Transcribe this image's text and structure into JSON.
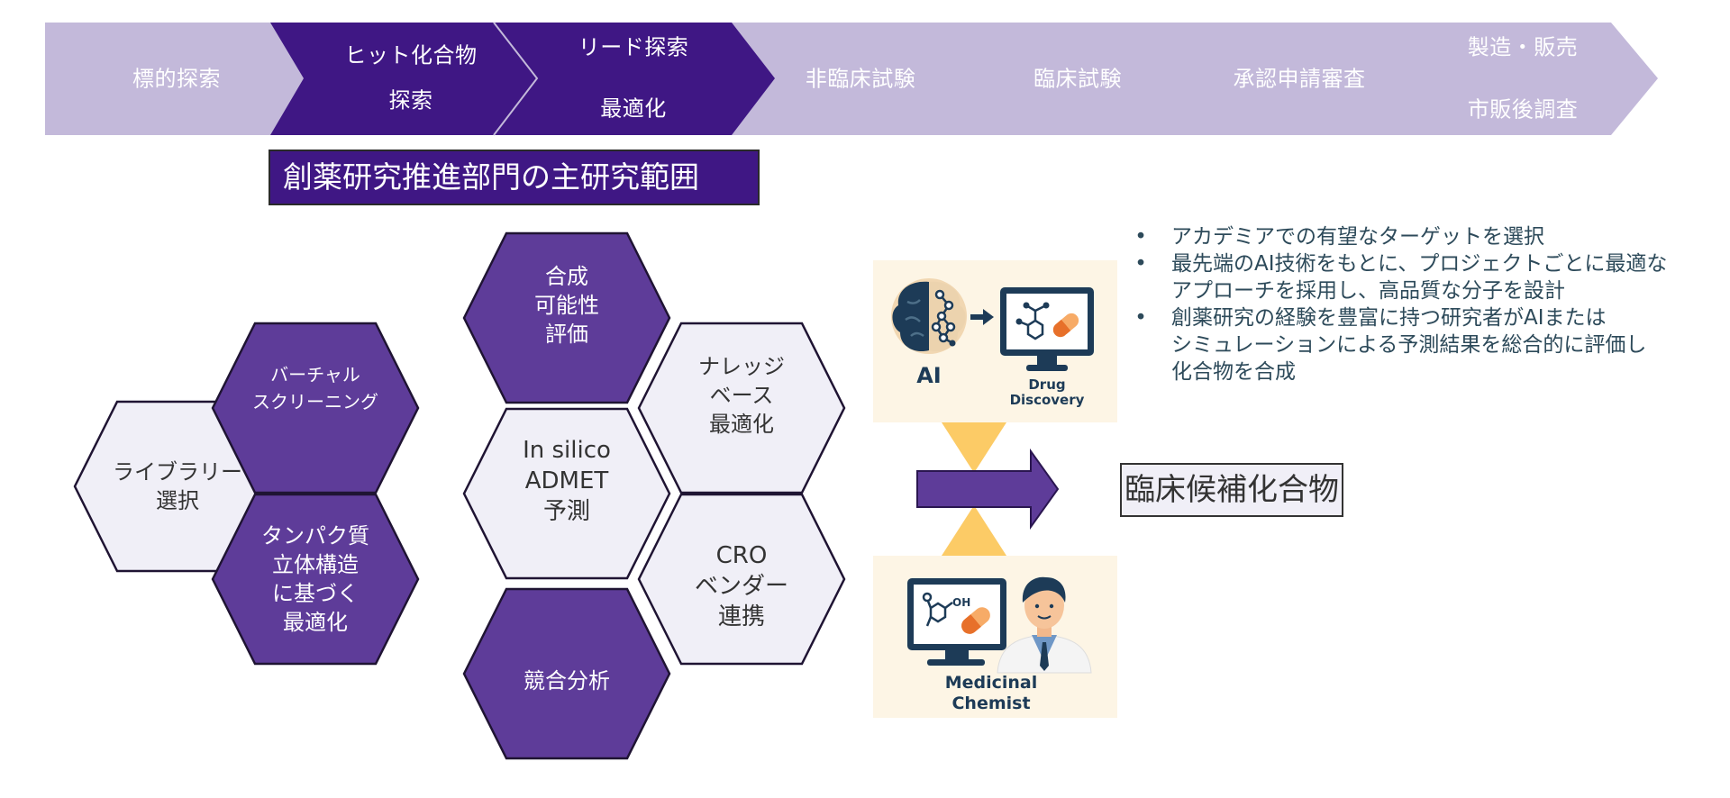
{
  "process": {
    "stages": [
      {
        "lines": [
          "標的探索"
        ],
        "state": "outside"
      },
      {
        "lines": [
          "ヒット化合物",
          "探索"
        ],
        "state": "highlighted"
      },
      {
        "lines": [
          "リード探索",
          "最適化"
        ],
        "state": "highlighted"
      },
      {
        "lines": [
          "非臨床試験"
        ],
        "state": "outside"
      },
      {
        "lines": [
          "臨床試験"
        ],
        "state": "outside"
      },
      {
        "lines": [
          "承認申請審査"
        ],
        "state": "outside"
      },
      {
        "lines": [
          "製造・販売",
          "市販後調査"
        ],
        "state": "outside"
      }
    ]
  },
  "scope_title": "創薬研究推進部門の主研究範囲",
  "hexagons": [
    {
      "id": "library",
      "lines": [
        "ライブラリー",
        "選択"
      ],
      "style": "light"
    },
    {
      "id": "virtual-screening",
      "lines": [
        "バーチャル",
        "スクリーニング"
      ],
      "style": "dark"
    },
    {
      "id": "structure-based",
      "lines": [
        "タンパク質",
        "立体構造",
        "に基づく",
        "最適化"
      ],
      "style": "dark"
    },
    {
      "id": "synthesizability",
      "lines": [
        "合成",
        "可能性",
        "評価"
      ],
      "style": "dark"
    },
    {
      "id": "admet",
      "lines": [
        "In silico",
        "ADMET",
        "予測"
      ],
      "style": "light"
    },
    {
      "id": "competitive",
      "lines": [
        "競合分析"
      ],
      "style": "dark"
    },
    {
      "id": "knowledge",
      "lines": [
        "ナレッジ",
        "ベース",
        "最適化"
      ],
      "style": "light"
    },
    {
      "id": "cro",
      "lines": [
        "CRO",
        "ベンダー",
        "連携"
      ],
      "style": "light"
    }
  ],
  "illustrations": {
    "ai": {
      "left_label": "AI",
      "right_label_lines": [
        "Drug",
        "Discovery"
      ]
    },
    "chemist": {
      "label_lines": [
        "Medicinal",
        "Chemist"
      ],
      "molecule_label": "OH"
    }
  },
  "candidate_label": "臨床候補化合物",
  "bullets": [
    {
      "marker": "•",
      "lines": [
        "アカデミアでの有望なターゲットを選択"
      ]
    },
    {
      "marker": "•",
      "lines": [
        "最先端のAI技術をもとに、プロジェクトごとに最適な",
        "アプローチを採用し、高品質な分子を設計"
      ]
    },
    {
      "marker": "•",
      "lines": [
        "創薬研究の経験を豊富に持つ研究者がAIまたは",
        "シミュレーションによる予測結果を総合的に評価し",
        "化合物を合成"
      ]
    }
  ],
  "colors": {
    "bar_light": "#c3b9da",
    "bar_dark": "#3f1784",
    "hex_dark": "#5e3c99",
    "hex_light": "#f0eff7",
    "hex_stroke": "#1f1433",
    "accent_yellow": "#fccb66",
    "illus_bg": "#fdf5e5",
    "navy": "#1d3b57",
    "orange": "#f08a3c"
  }
}
